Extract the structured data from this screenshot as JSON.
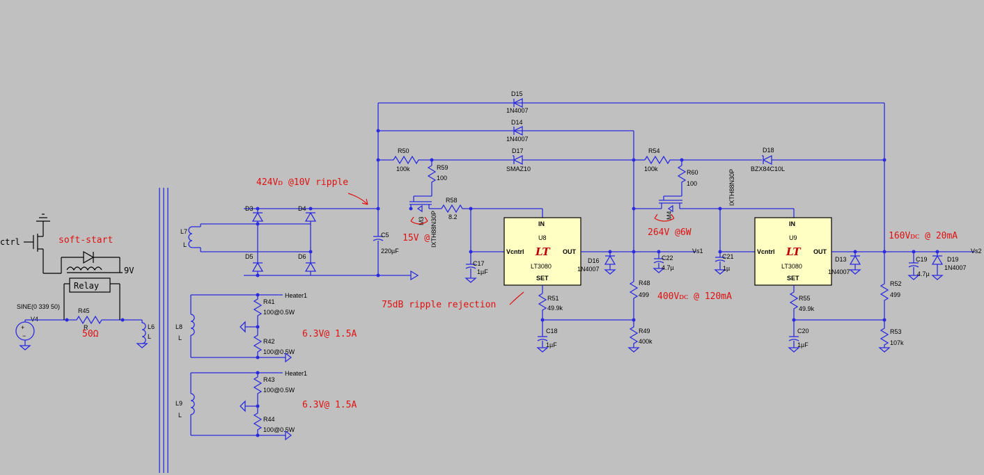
{
  "transformer": {
    "l7": "L7",
    "l8": "L8",
    "l9": "L9",
    "l6": "L6",
    "l_value": "L"
  },
  "input": {
    "source_spec": "SINE(0 339 50)",
    "source_name": "V4",
    "r45_name": "R45",
    "r45_value": "R"
  },
  "bridge": {
    "d3": "D3",
    "d4": "D4",
    "d5": "D5",
    "d6": "D6"
  },
  "filter": {
    "c5_name": "C5",
    "c5_value": "220µF"
  },
  "heaters": {
    "net_label": "Heater1",
    "r41_name": "R41",
    "r41_value": "100@0.5W",
    "r42_name": "R42",
    "r42_value": "100@0.5W",
    "r43_name": "R43",
    "r43_value": "100@0.5W",
    "r44_name": "R44",
    "r44_value": "100@0.5W"
  },
  "stage1": {
    "d15_name": "D15",
    "d15_value": "1N4007",
    "d14_name": "D14",
    "d14_value": "1N4007",
    "d17_name": "D17",
    "d17_value": "SMAZ10",
    "r50_name": "R50",
    "r50_value": "100k",
    "r59_name": "R59",
    "r59_value": "100",
    "r58_name": "R58",
    "r58_value": "8.2",
    "m3_name": "M3",
    "m3_value": "IXTH88N30P",
    "c17_name": "C17",
    "c17_value": "1µF",
    "u8_name": "U8",
    "u8_part": "LT3080",
    "pin_in": "IN",
    "pin_out": "OUT",
    "pin_vctrl": "Vcntrl",
    "pin_set": "SET",
    "r51_name": "R51",
    "r51_value": "49.9k",
    "c18_name": "C18",
    "c18_value": "1µF",
    "d16_name": "D16",
    "d16_value": "1N4007",
    "c22_name": "C22",
    "c22_value": "4.7µ",
    "vs1": "Vs1",
    "r48_name": "R48",
    "r48_value": "499",
    "r49_name": "R49",
    "r49_value": "400k"
  },
  "stage2": {
    "r54_name": "R54",
    "r54_value": "100k",
    "r60_name": "R60",
    "r60_value": "100",
    "m4_name": "M4",
    "m4_value": "IXTH88N30P",
    "d18_name": "D18",
    "d18_value": "BZX84C10L",
    "c21_name": "C21",
    "c21_value": "1µ",
    "u9_name": "U9",
    "u9_part": "LT3080",
    "pin_in": "IN",
    "pin_out": "OUT",
    "pin_vctrl": "Vcntrl",
    "pin_set": "SET",
    "d13_name": "D13",
    "d13_value": "1N4007",
    "r55_name": "R55",
    "r55_value": "49.9k",
    "c20_name": "C20",
    "c20_value": "1µF",
    "r52_name": "R52",
    "r52_value": "499",
    "r53_name": "R53",
    "r53_value": "107k",
    "c19_name": "C19",
    "c19_value": "4.7µ",
    "d19_name": "D19",
    "d19_value": "1N4007",
    "vs2": "Vs2"
  },
  "handwritten": {
    "ctrl": "ctrl",
    "soft_start": "soft-start",
    "nine_v": "9V",
    "relay": "Relay",
    "ohms": "50Ω"
  },
  "annotations": {
    "a424": "424Vᴅ @10V ripple",
    "a15": "15V @",
    "a75": "75dB ripple rejection",
    "a264": "264V @6W",
    "a400": "400Vᴅᴄ @ 120mA",
    "a160": "160Vᴅᴄ @ 20mA",
    "a63a": "6.3V@ 1.5A",
    "a63b": "6.3V@ 1.5A"
  }
}
